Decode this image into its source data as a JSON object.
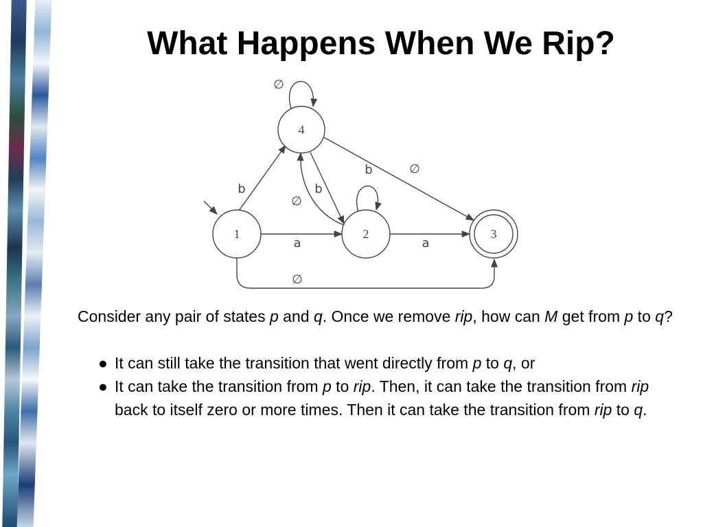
{
  "slide": {
    "title": "What Happens When We Rip?"
  },
  "diagram": {
    "states": [
      {
        "id": "1",
        "label": "1",
        "start": true,
        "accepting": false
      },
      {
        "id": "2",
        "label": "2",
        "start": false,
        "accepting": false
      },
      {
        "id": "3",
        "label": "3",
        "start": false,
        "accepting": true
      },
      {
        "id": "4",
        "label": "4",
        "start": false,
        "accepting": false
      }
    ],
    "edge_labels": {
      "loop_4": "∅",
      "e_1_4": "b",
      "e_1_2": "a",
      "e_2_4": "∅",
      "e_4_2": "b",
      "loop_2": "b",
      "e_4_3": "∅",
      "e_2_3": "a",
      "e_1_3": "∅"
    }
  },
  "text": {
    "para1": {
      "t1": "Consider any pair of states ",
      "p": "p",
      "t2": " and ",
      "q": "q",
      "t3": ".  Once we remove ",
      "rip": "rip",
      "t4": ", how can ",
      "M": "M",
      "t5": " get from ",
      "p2": "p",
      "t6": " to ",
      "q2": "q",
      "t7": "?"
    },
    "bullet_glyph": "●",
    "bullet1": {
      "t1": "It can still take the transition that went directly from ",
      "p": "p",
      "t2": " to ",
      "q": "q",
      "t3": ", or"
    },
    "bullet2": {
      "t1": "It can take the transition from ",
      "p": "p",
      "t2": " to ",
      "rip1": "rip",
      "t3": ".  Then, it can take the transition from ",
      "rip2": "rip",
      "t4": " back to itself zero or more times.  Then it can take the transition from ",
      "rip3": "rip",
      "t5": " to ",
      "q": "q",
      "t6": "."
    }
  }
}
